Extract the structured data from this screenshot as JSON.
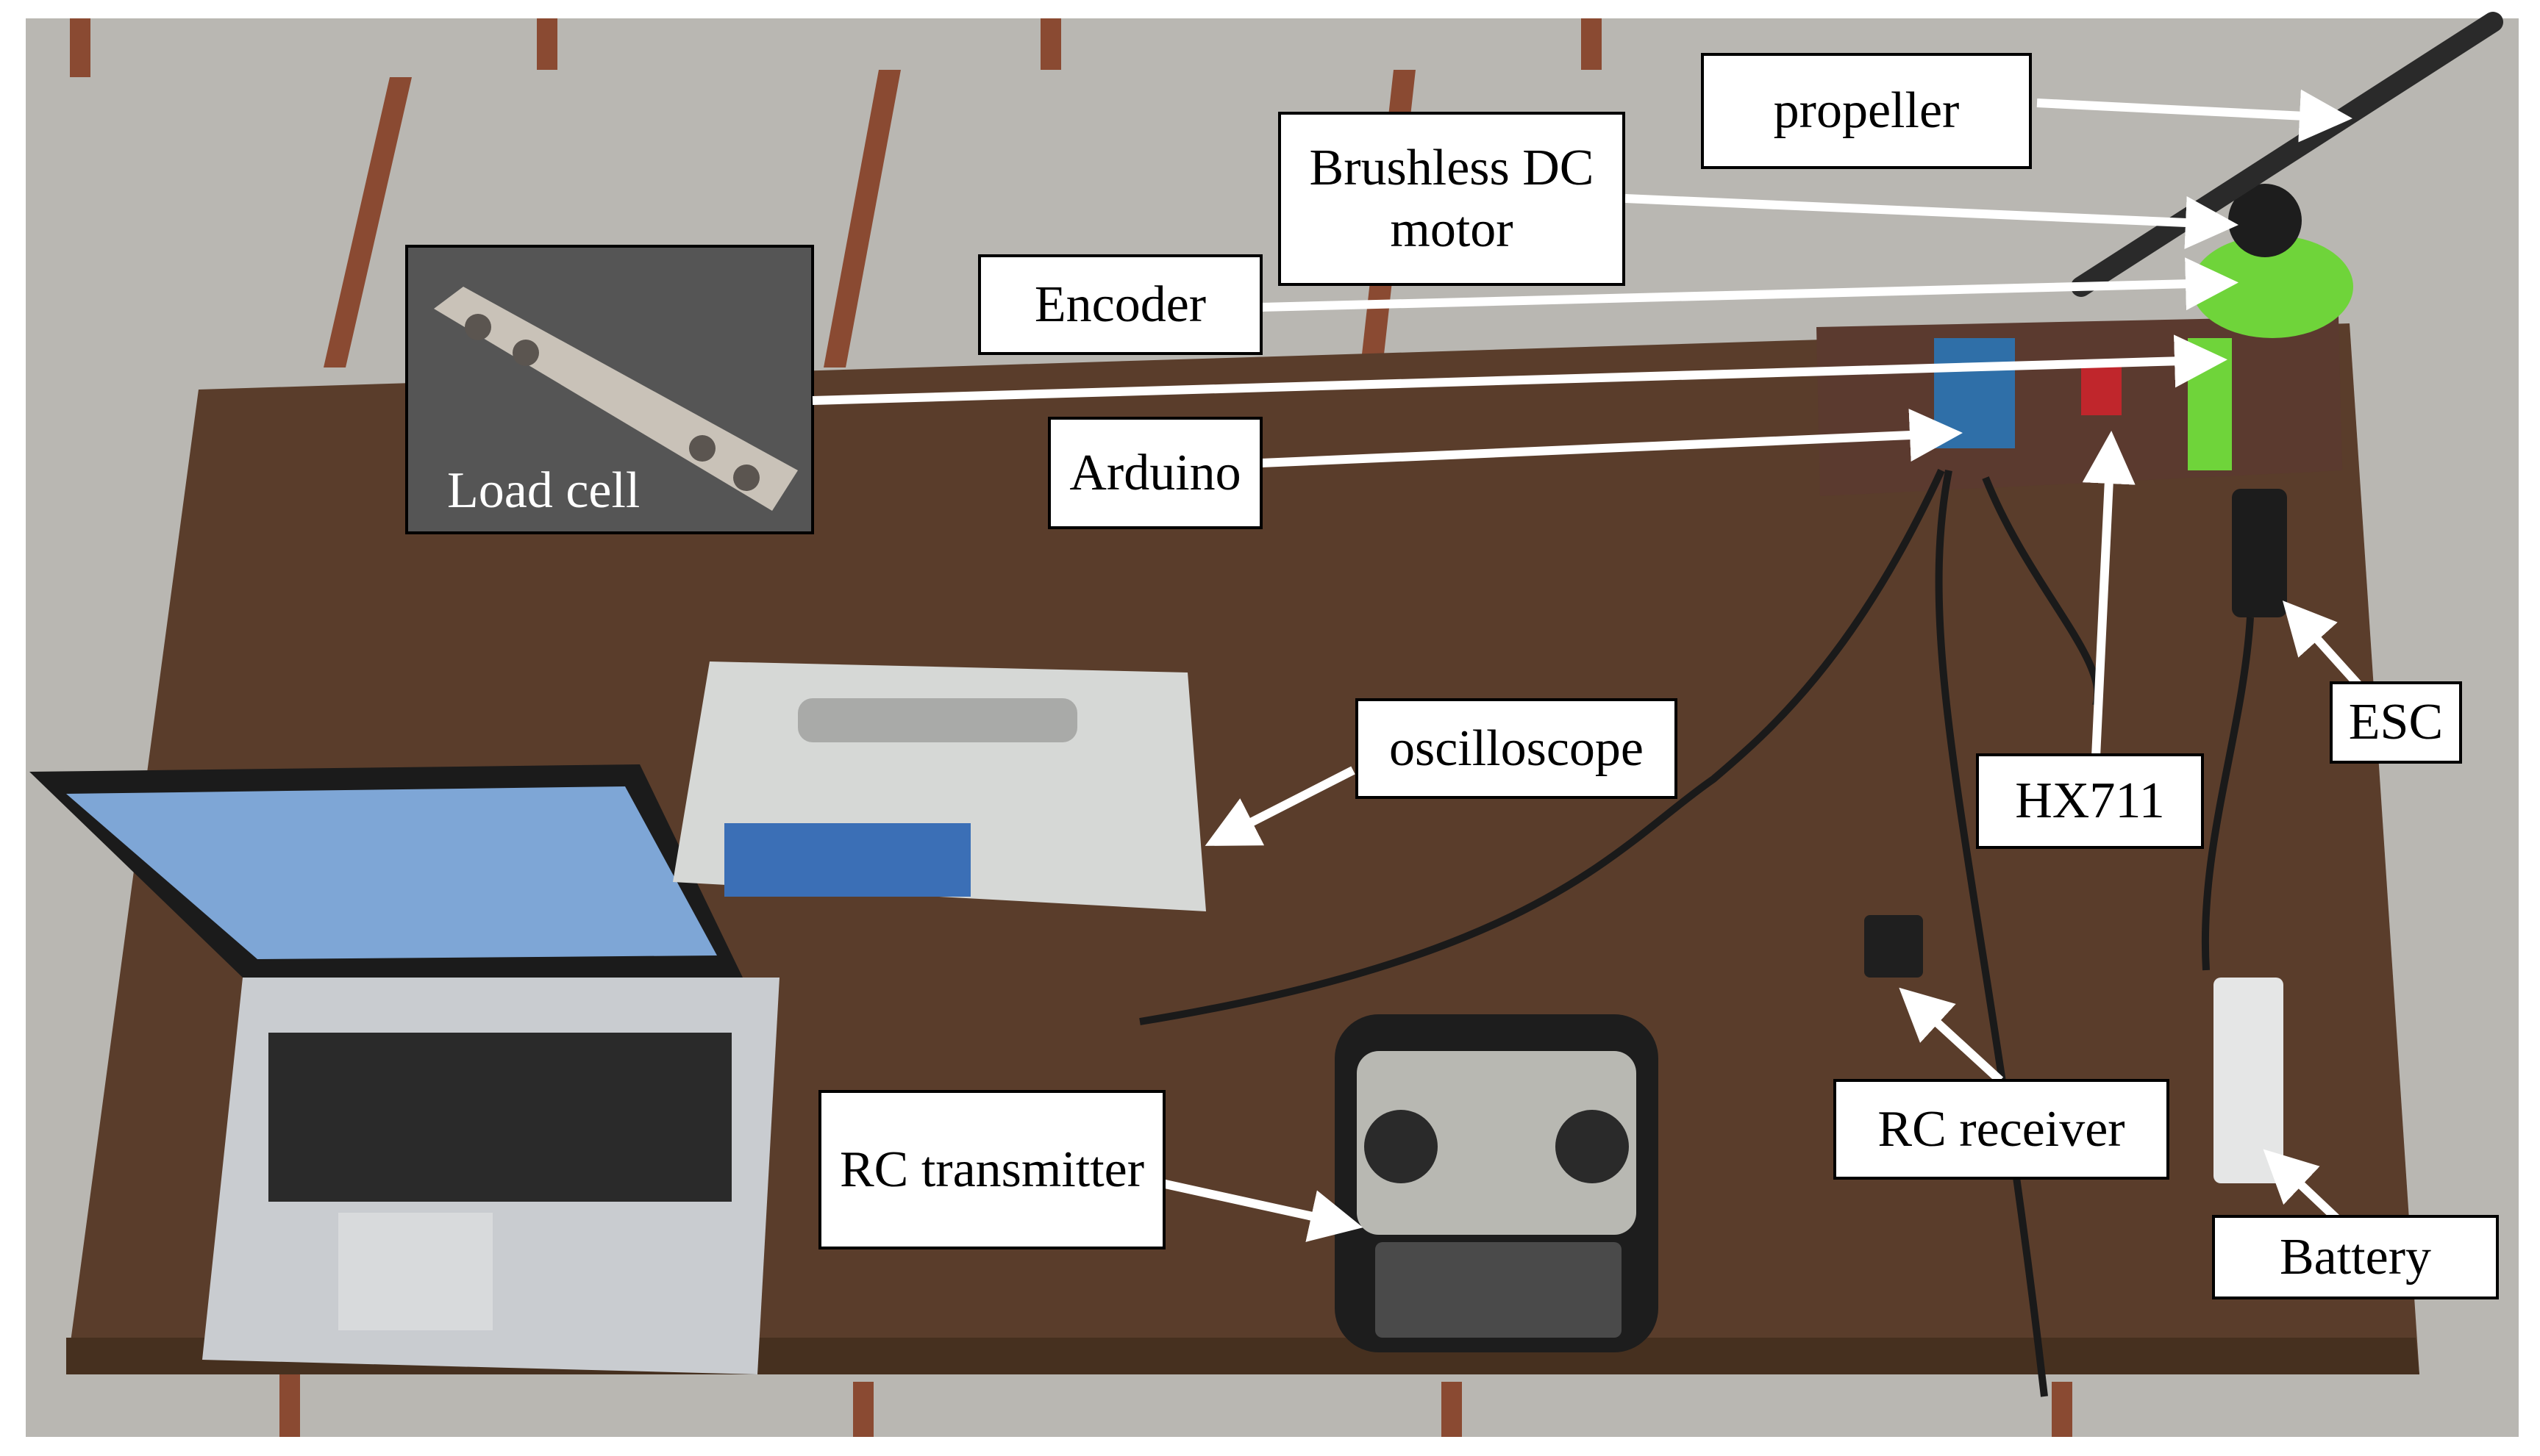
{
  "scene": {
    "description_free": true,
    "colors": {
      "floor": "#b9b7b2",
      "floor_strip": "#8a4a32",
      "table": "#5a3d2b",
      "table_dark": "#46301f",
      "laptop_body": "#c9ccd0",
      "laptop_screen": "#7ea6d6",
      "oscilloscope_body": "#d6d8d6",
      "oscilloscope_screen": "#3b6fb6",
      "transmitter_body": "#b8b8b2",
      "motor_mount": "#6fd43a",
      "board": "#5b3a2f",
      "arrow": "#ffffff"
    }
  },
  "labels": {
    "propeller": "propeller",
    "brushless_motor": "Brushless DC\nmotor",
    "encoder": "Encoder",
    "load_cell": "Load cell",
    "arduino": "Arduino",
    "oscilloscope": "oscilloscope",
    "hx711": "HX711",
    "esc": "ESC",
    "rc_transmitter": "RC transmitter",
    "rc_receiver": "RC receiver",
    "battery": "Battery"
  }
}
